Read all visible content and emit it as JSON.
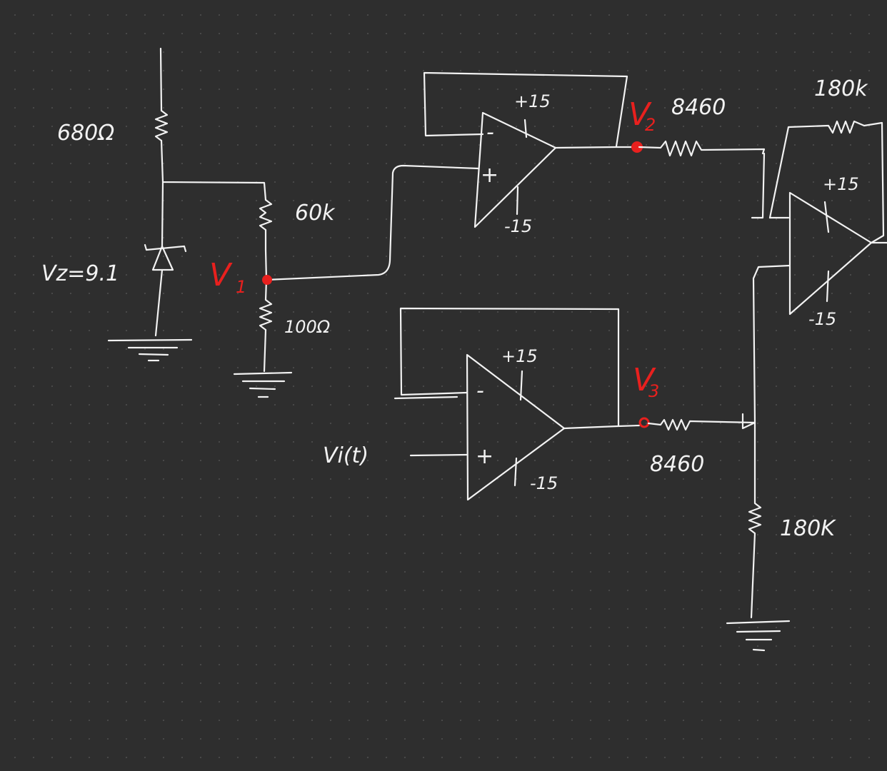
{
  "diagram": {
    "labels": {
      "r_top": "680Ω",
      "zener": "Vz=9.1",
      "r_60k": "60k",
      "node_v1": "V",
      "node_v1_sub": "1",
      "r_100": "100Ω",
      "plus15_op1": "+15",
      "minus15_op1": "-15",
      "op1_minus": "-",
      "op1_plus": "+",
      "node_v2": "V",
      "node_v2_sub": "2",
      "r_8460_top": "8460",
      "r_180k_fb": "180k",
      "plus15_op3": "+15",
      "minus15_op3": "-15",
      "plus15_op2": "+15",
      "minus15_op2": "-15",
      "op2_minus": "-",
      "op2_plus": "+",
      "input_vi": "Vi(t)",
      "node_v3": "V",
      "node_v3_sub": "3",
      "r_8460_bottom": "8460",
      "r_180k_ground": "180K"
    },
    "colors": {
      "ink": "#f2f2f2",
      "node": "#e8201e",
      "background": "#2e2e2e"
    }
  }
}
